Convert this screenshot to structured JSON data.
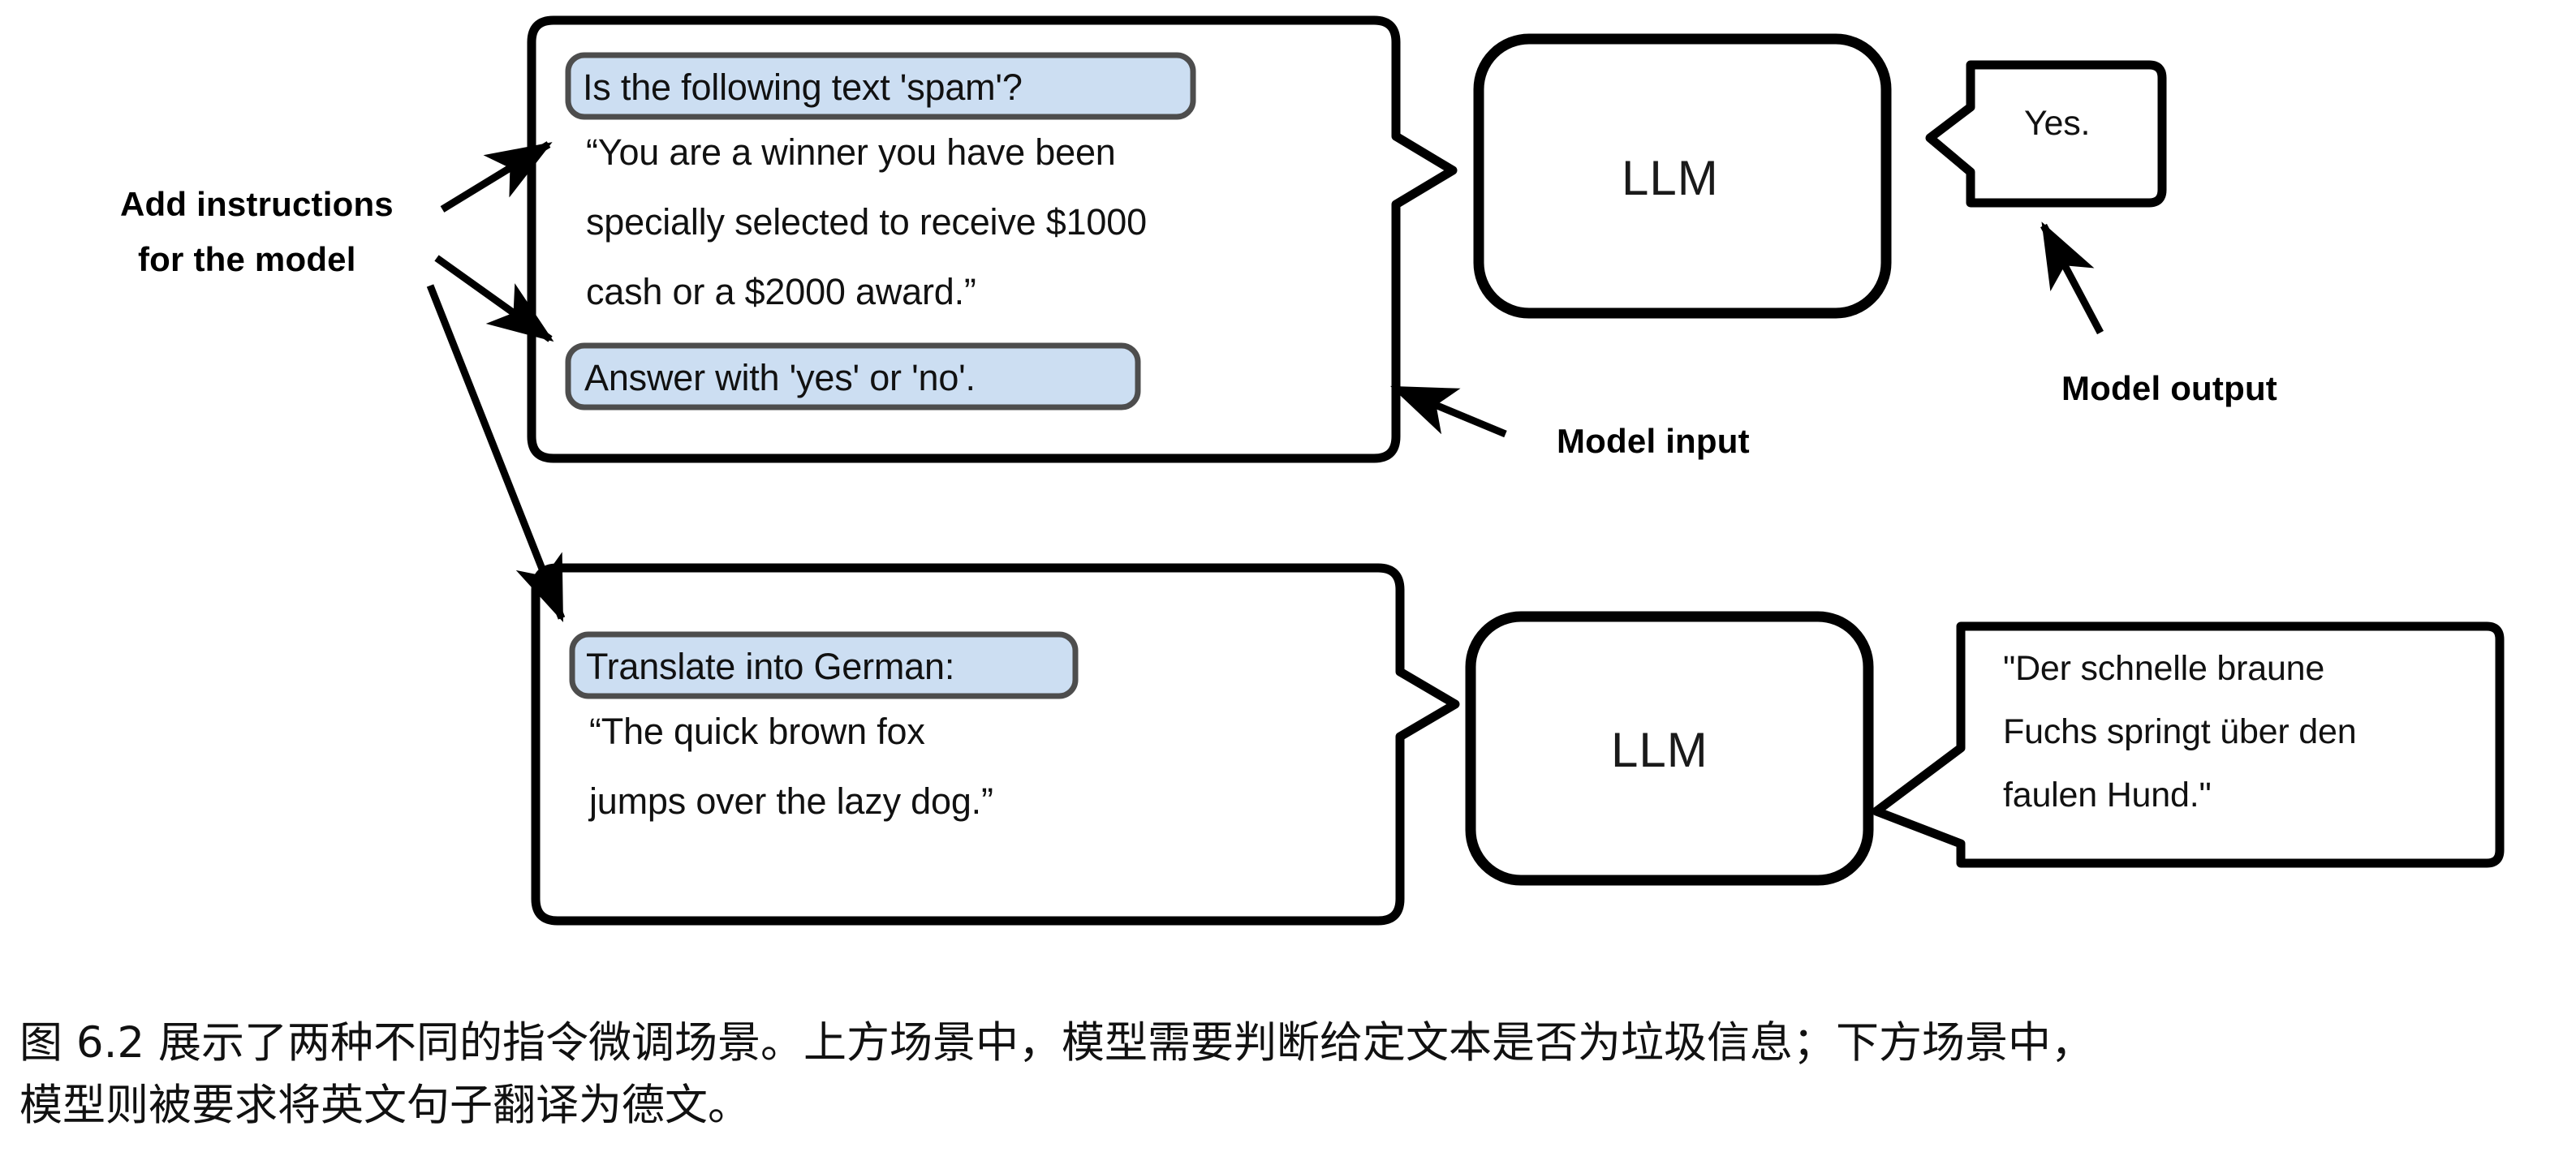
{
  "figure": {
    "caption_lines": [
      "图 6.2 展示了两种不同的指令微调场景。上方场景中，模型需要判断给定文本是否为垃圾信息；下方场景中，",
      "模型则被要求将英文句子翻译为德文。"
    ],
    "annotations": {
      "add_instructions_line1": "Add instructions",
      "add_instructions_line2": "for the model",
      "model_input": "Model input",
      "model_output": "Model output"
    },
    "colors": {
      "instruction_highlight": "#ccdef2",
      "instruction_highlight_border": "#4d4d4d",
      "stroke": "#000000",
      "background": "#ffffff",
      "text": "#111111"
    },
    "examples": [
      {
        "id": "spam-classification",
        "input": {
          "instruction_top": "Is the following text 'spam'?",
          "body_lines": [
            "“You are a winner you have been",
            "specially selected to receive $1000",
            "cash or a $2000 award.”"
          ],
          "instruction_bottom": "Answer with 'yes' or 'no'."
        },
        "model": {
          "label": "LLM"
        },
        "output": {
          "lines": [
            "Yes."
          ]
        }
      },
      {
        "id": "german-translation",
        "input": {
          "instruction_top": "Translate into German:",
          "body_lines": [
            "“The quick brown fox",
            "jumps over the lazy dog.”"
          ],
          "instruction_bottom": null
        },
        "model": {
          "label": "LLM"
        },
        "output": {
          "lines": [
            "\"Der schnelle braune",
            "Fuchs springt über den",
            "faulen Hund.\""
          ]
        }
      }
    ]
  }
}
